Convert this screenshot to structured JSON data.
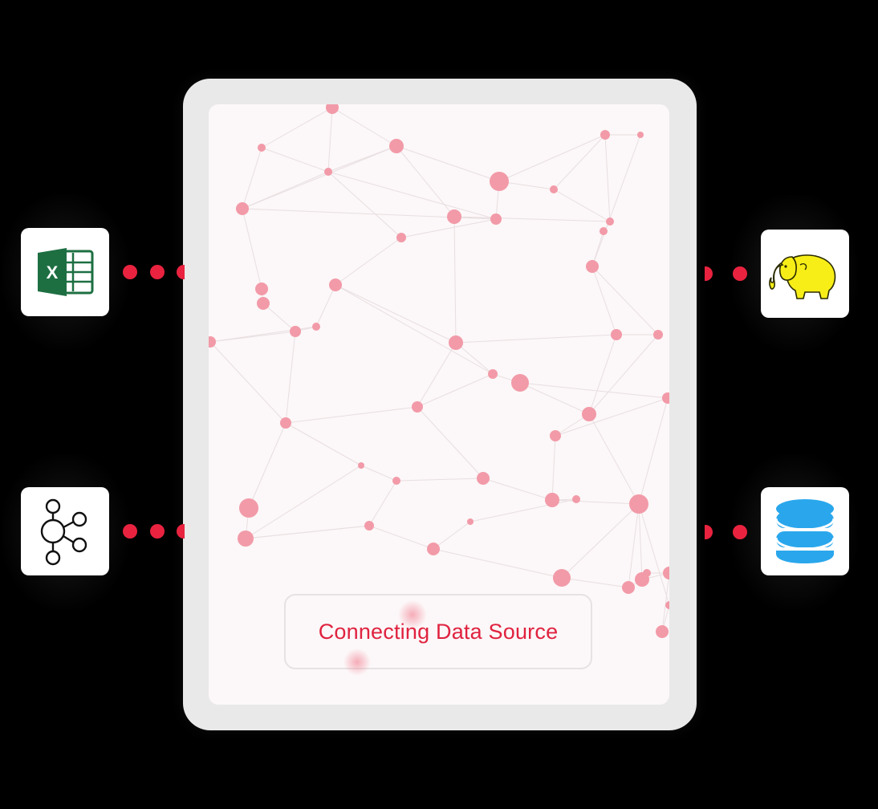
{
  "status": {
    "label": "Connecting Data Source"
  },
  "sources": {
    "left": [
      {
        "name": "excel",
        "icon": "excel-icon",
        "glyph": "X"
      },
      {
        "name": "kafka",
        "icon": "kafka-icon"
      }
    ],
    "right": [
      {
        "name": "hadoop",
        "icon": "hadoop-elephant-icon"
      },
      {
        "name": "database",
        "icon": "database-icon"
      }
    ]
  },
  "colors": {
    "accent": "#e9233f",
    "node": "#f29aa8",
    "edge": "#e8dfe1",
    "screen": "#fcf7f8",
    "frame": "#e9e9e9",
    "excel_green": "#1d6f42",
    "hadoop_yellow": "#f7ee17",
    "database_blue": "#2aa7ec"
  }
}
